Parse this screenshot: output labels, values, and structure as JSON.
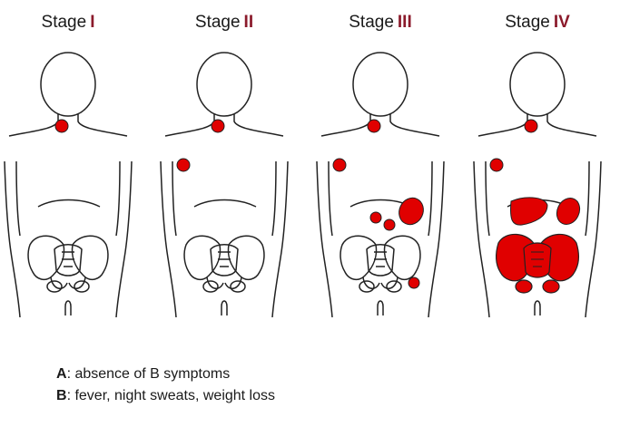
{
  "stages": [
    {
      "prefix": "Stage",
      "numeral": "I"
    },
    {
      "prefix": "Stage",
      "numeral": "II"
    },
    {
      "prefix": "Stage",
      "numeral": "III"
    },
    {
      "prefix": "Stage",
      "numeral": "IV"
    }
  ],
  "legend": [
    {
      "key": "A",
      "text": ": absence of B symptoms"
    },
    {
      "key": "B",
      "text": ": fever, night sweats, weight loss"
    }
  ],
  "colors": {
    "lesion": "#e00000",
    "lesion_stroke": "#222222",
    "outline": "#222222",
    "numeral": "#8b1a2b"
  }
}
